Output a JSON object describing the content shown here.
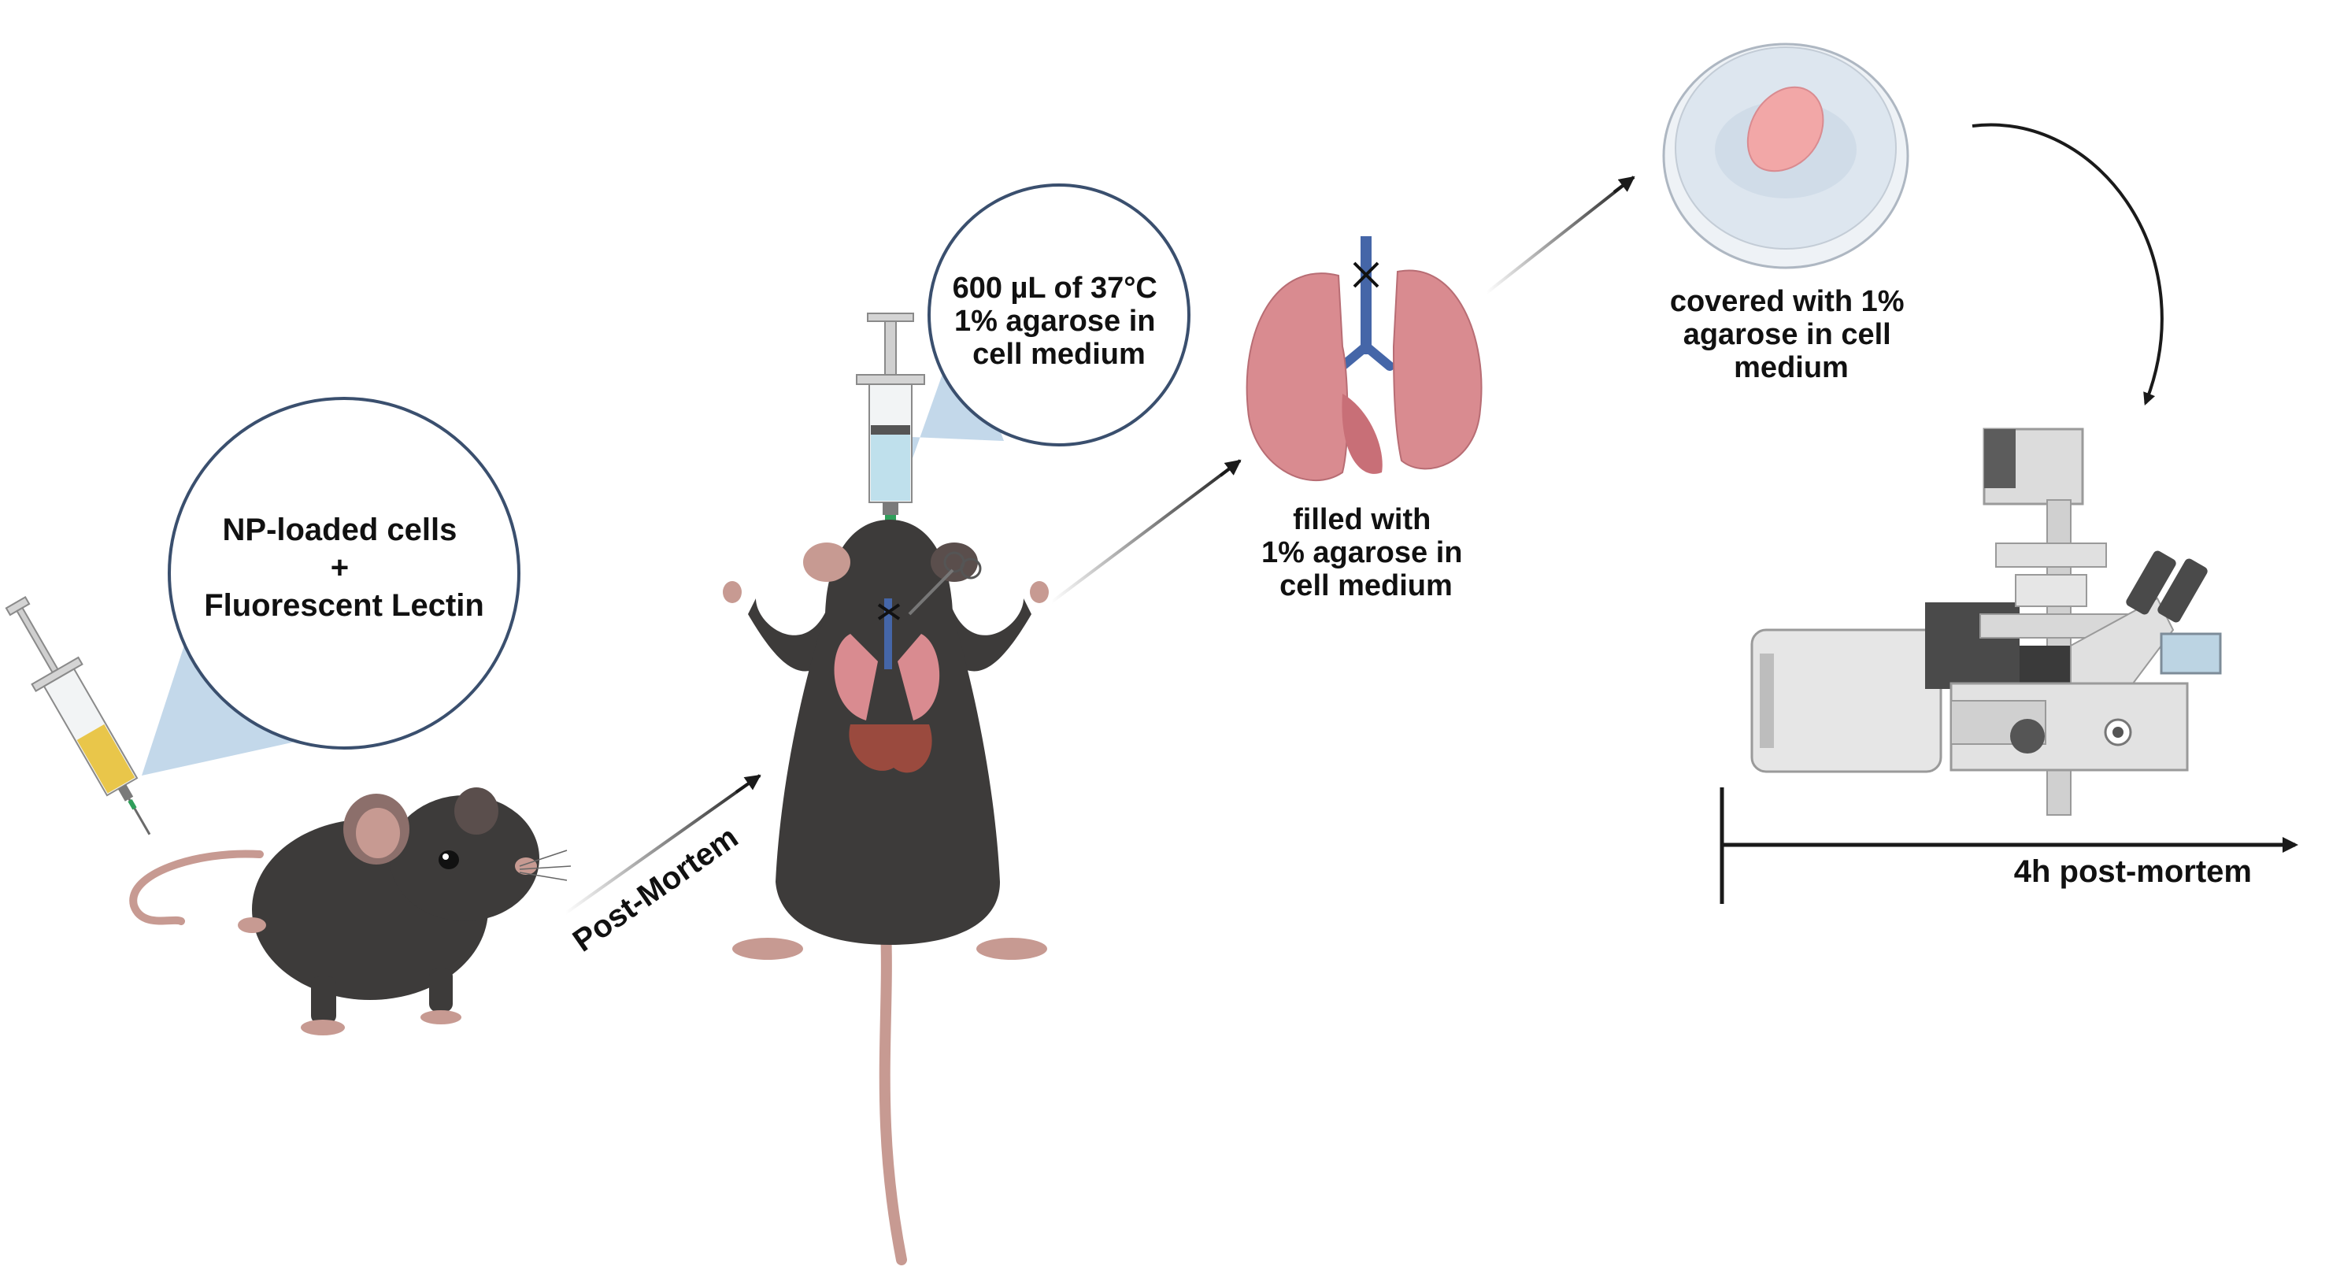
{
  "labels": {
    "injection_callout": [
      "NP-loaded cells",
      "+",
      "Fluorescent Lectin"
    ],
    "syringe_callout": [
      "600 µL of 37°C",
      "1% agarose in",
      "cell medium"
    ],
    "post_mortem": "Post-Mortem",
    "lung_caption": [
      "filled with",
      "1% agarose in",
      "cell medium"
    ],
    "dish_caption": [
      "covered with 1%",
      "agarose in cell",
      "medium"
    ],
    "timeline": "4h post-mortem"
  },
  "colors": {
    "mouse_fur": "#3d3b3a",
    "mouse_skin": "#c79a92",
    "lung_pink": "#d98b90",
    "callout_fill": "#b9d1e6",
    "callout_border": "#3a4f6e",
    "yellow_fluid": "#e9c64a",
    "blue_fluid": "#bfe0ec",
    "microscope_gray": "#dcdcdc",
    "arrow": "#1a1a1a"
  },
  "icons": [
    "syringe-icon",
    "mouse-icon",
    "lungs-icon",
    "petri-dish-icon",
    "microscope-icon",
    "ligature-icon",
    "scissors-icon"
  ]
}
